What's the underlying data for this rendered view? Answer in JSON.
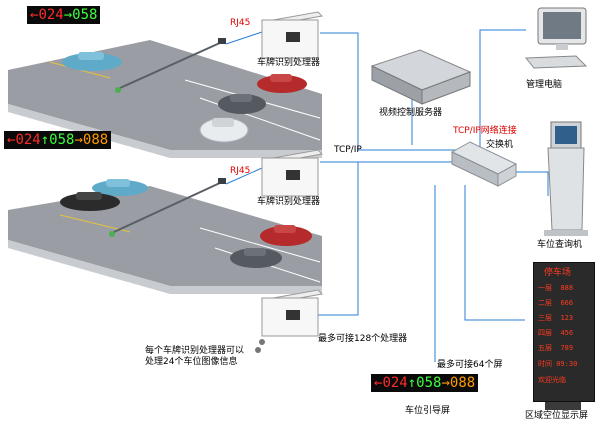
{
  "labels": {
    "rj45_top": "RJ45",
    "plate_processor_top": "车牌识别处理器",
    "video_server": "视频控制服务器",
    "tcp_ip": "TCP/IP",
    "rj45_middle": "RJ45",
    "plate_processor_middle": "车牌识别处理器",
    "management_pc": "管理电脑",
    "tcp_network": "TCP/IP网络连接",
    "switch": "交换机",
    "kiosk": "车位查询机",
    "processor_note_line1": "每个车牌识别处理器可以",
    "processor_note_line2": "处理24个车位图像信息",
    "max_processors": "最多可接128个处理器",
    "max_screens": "最多可接64个屏",
    "guide_screen": "车位引导屏",
    "zone_display": "区域空位显示屏"
  },
  "led_top": {
    "arrow1": "←",
    "num1": "024",
    "arrow2": "→",
    "num2": "058"
  },
  "led_middle": {
    "arrow1": "←",
    "num1": "024",
    "arrow2": "↑",
    "num2": "058",
    "arrow3": "→",
    "num3": "088"
  },
  "led_bottom": {
    "arrow1": "←",
    "num1": "024",
    "arrow2": "↑",
    "num2": "058",
    "arrow3": "→",
    "num3": "088"
  },
  "zone_panel": {
    "title": "停车场",
    "rows": [
      {
        "name": "一层",
        "value": "888"
      },
      {
        "name": "二层",
        "value": "666"
      },
      {
        "name": "三层",
        "value": "123"
      },
      {
        "name": "四层",
        "value": "456"
      },
      {
        "name": "五层",
        "value": "789"
      }
    ],
    "time": "时间 09:30",
    "welcome": "欢迎光临"
  },
  "colors": {
    "line": "#2a7fd4",
    "led_red": "#ff2a2a",
    "led_green": "#3cff3c",
    "led_orange": "#ff9a00",
    "label_red": "#e00000"
  }
}
